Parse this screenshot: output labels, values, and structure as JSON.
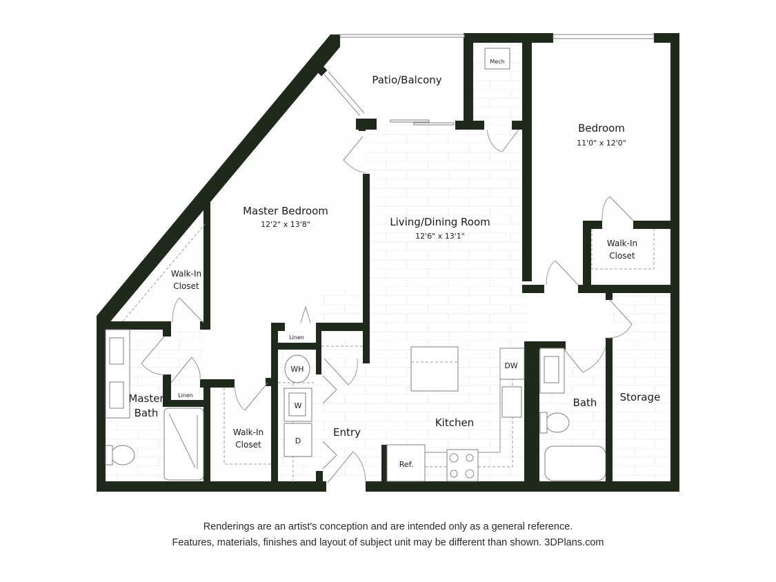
{
  "colors": {
    "wall": "#1f2a1c",
    "background": "#ffffff",
    "text": "#1a1a1a"
  },
  "rooms": {
    "patio": {
      "label": "Patio/Balcony"
    },
    "mech": {
      "label": "Mech"
    },
    "bedroom": {
      "label": "Bedroom",
      "dimensions": "11'0\" x 12'0\""
    },
    "bedroom_closet": {
      "label_line1": "Walk-In",
      "label_line2": "Closet"
    },
    "master_bedroom": {
      "label": "Master Bedroom",
      "dimensions": "12'2\" x 13'8\""
    },
    "living_dining": {
      "label": "Living/Dining Room",
      "dimensions": "12'6\" x 13'1\""
    },
    "master_closet_upper": {
      "label_line1": "Walk-In",
      "label_line2": "Closet"
    },
    "master_closet_lower": {
      "label_line1": "Walk-In",
      "label_line2": "Closet"
    },
    "master_bath": {
      "label_line1": "Master",
      "label_line2": "Bath"
    },
    "linen_master": {
      "label": "Linen"
    },
    "linen_hall": {
      "label": "Linen"
    },
    "entry": {
      "label": "Entry"
    },
    "kitchen": {
      "label": "Kitchen"
    },
    "bath": {
      "label": "Bath"
    },
    "storage": {
      "label": "Storage"
    }
  },
  "appliances": {
    "water_heater": "WH",
    "washer": "W",
    "dryer": "D",
    "dishwasher": "DW",
    "refrigerator": "Ref."
  },
  "disclaimer": {
    "line1": "Renderings are an artist's conception and are intended only as a general reference.",
    "line2": "Features, materials, finishes and layout of subject unit may be different than shown. 3DPlans.com"
  }
}
